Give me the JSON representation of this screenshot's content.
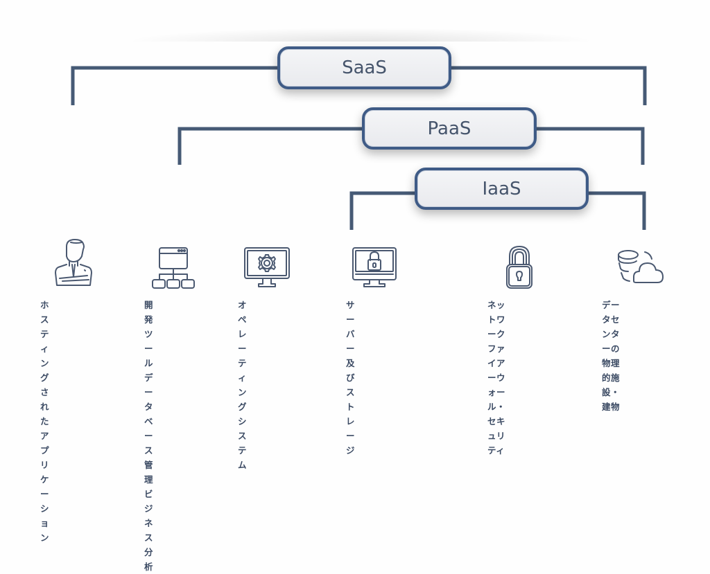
{
  "diagram": {
    "title": "Cloud service models",
    "colors": {
      "line": "#465a75",
      "pill_border": "#3f5b86",
      "pill_fill": "#eeeff2",
      "text": "#3b4a63",
      "icon": "#4a5870"
    },
    "tiers": [
      {
        "id": "saas",
        "label": "SaaS",
        "covers": [
          "hosted-apps",
          "dev-tools",
          "os",
          "servers-storage",
          "network-security",
          "datacenter"
        ]
      },
      {
        "id": "paas",
        "label": "PaaS",
        "covers": [
          "dev-tools",
          "os",
          "servers-storage",
          "network-security",
          "datacenter"
        ]
      },
      {
        "id": "iaas",
        "label": "IaaS",
        "covers": [
          "servers-storage",
          "network-security",
          "datacenter"
        ]
      }
    ],
    "items": [
      {
        "id": "hosted-apps",
        "icon": "businessman-icon",
        "label": "ホスティングさ\nれたアプリケー\nション"
      },
      {
        "id": "dev-tools",
        "icon": "server-hierarchy-icon",
        "label": "開発ツール\nデータベース管理\nビジネス分析"
      },
      {
        "id": "os",
        "icon": "monitor-gear-icon",
        "label": "オペレーティン\nグシステム"
      },
      {
        "id": "servers-storage",
        "icon": "monitor-lock-icon",
        "label": "サーバー及びス\nトレージ"
      },
      {
        "id": "network-security",
        "icon": "padlock-icon",
        "label": "ネットワーク\nファイアーウォー\nル・セキュリティ"
      },
      {
        "id": "datacenter",
        "icon": "database-cloud-icon",
        "label": "データセンターの\n物理的施設・建物"
      }
    ]
  }
}
